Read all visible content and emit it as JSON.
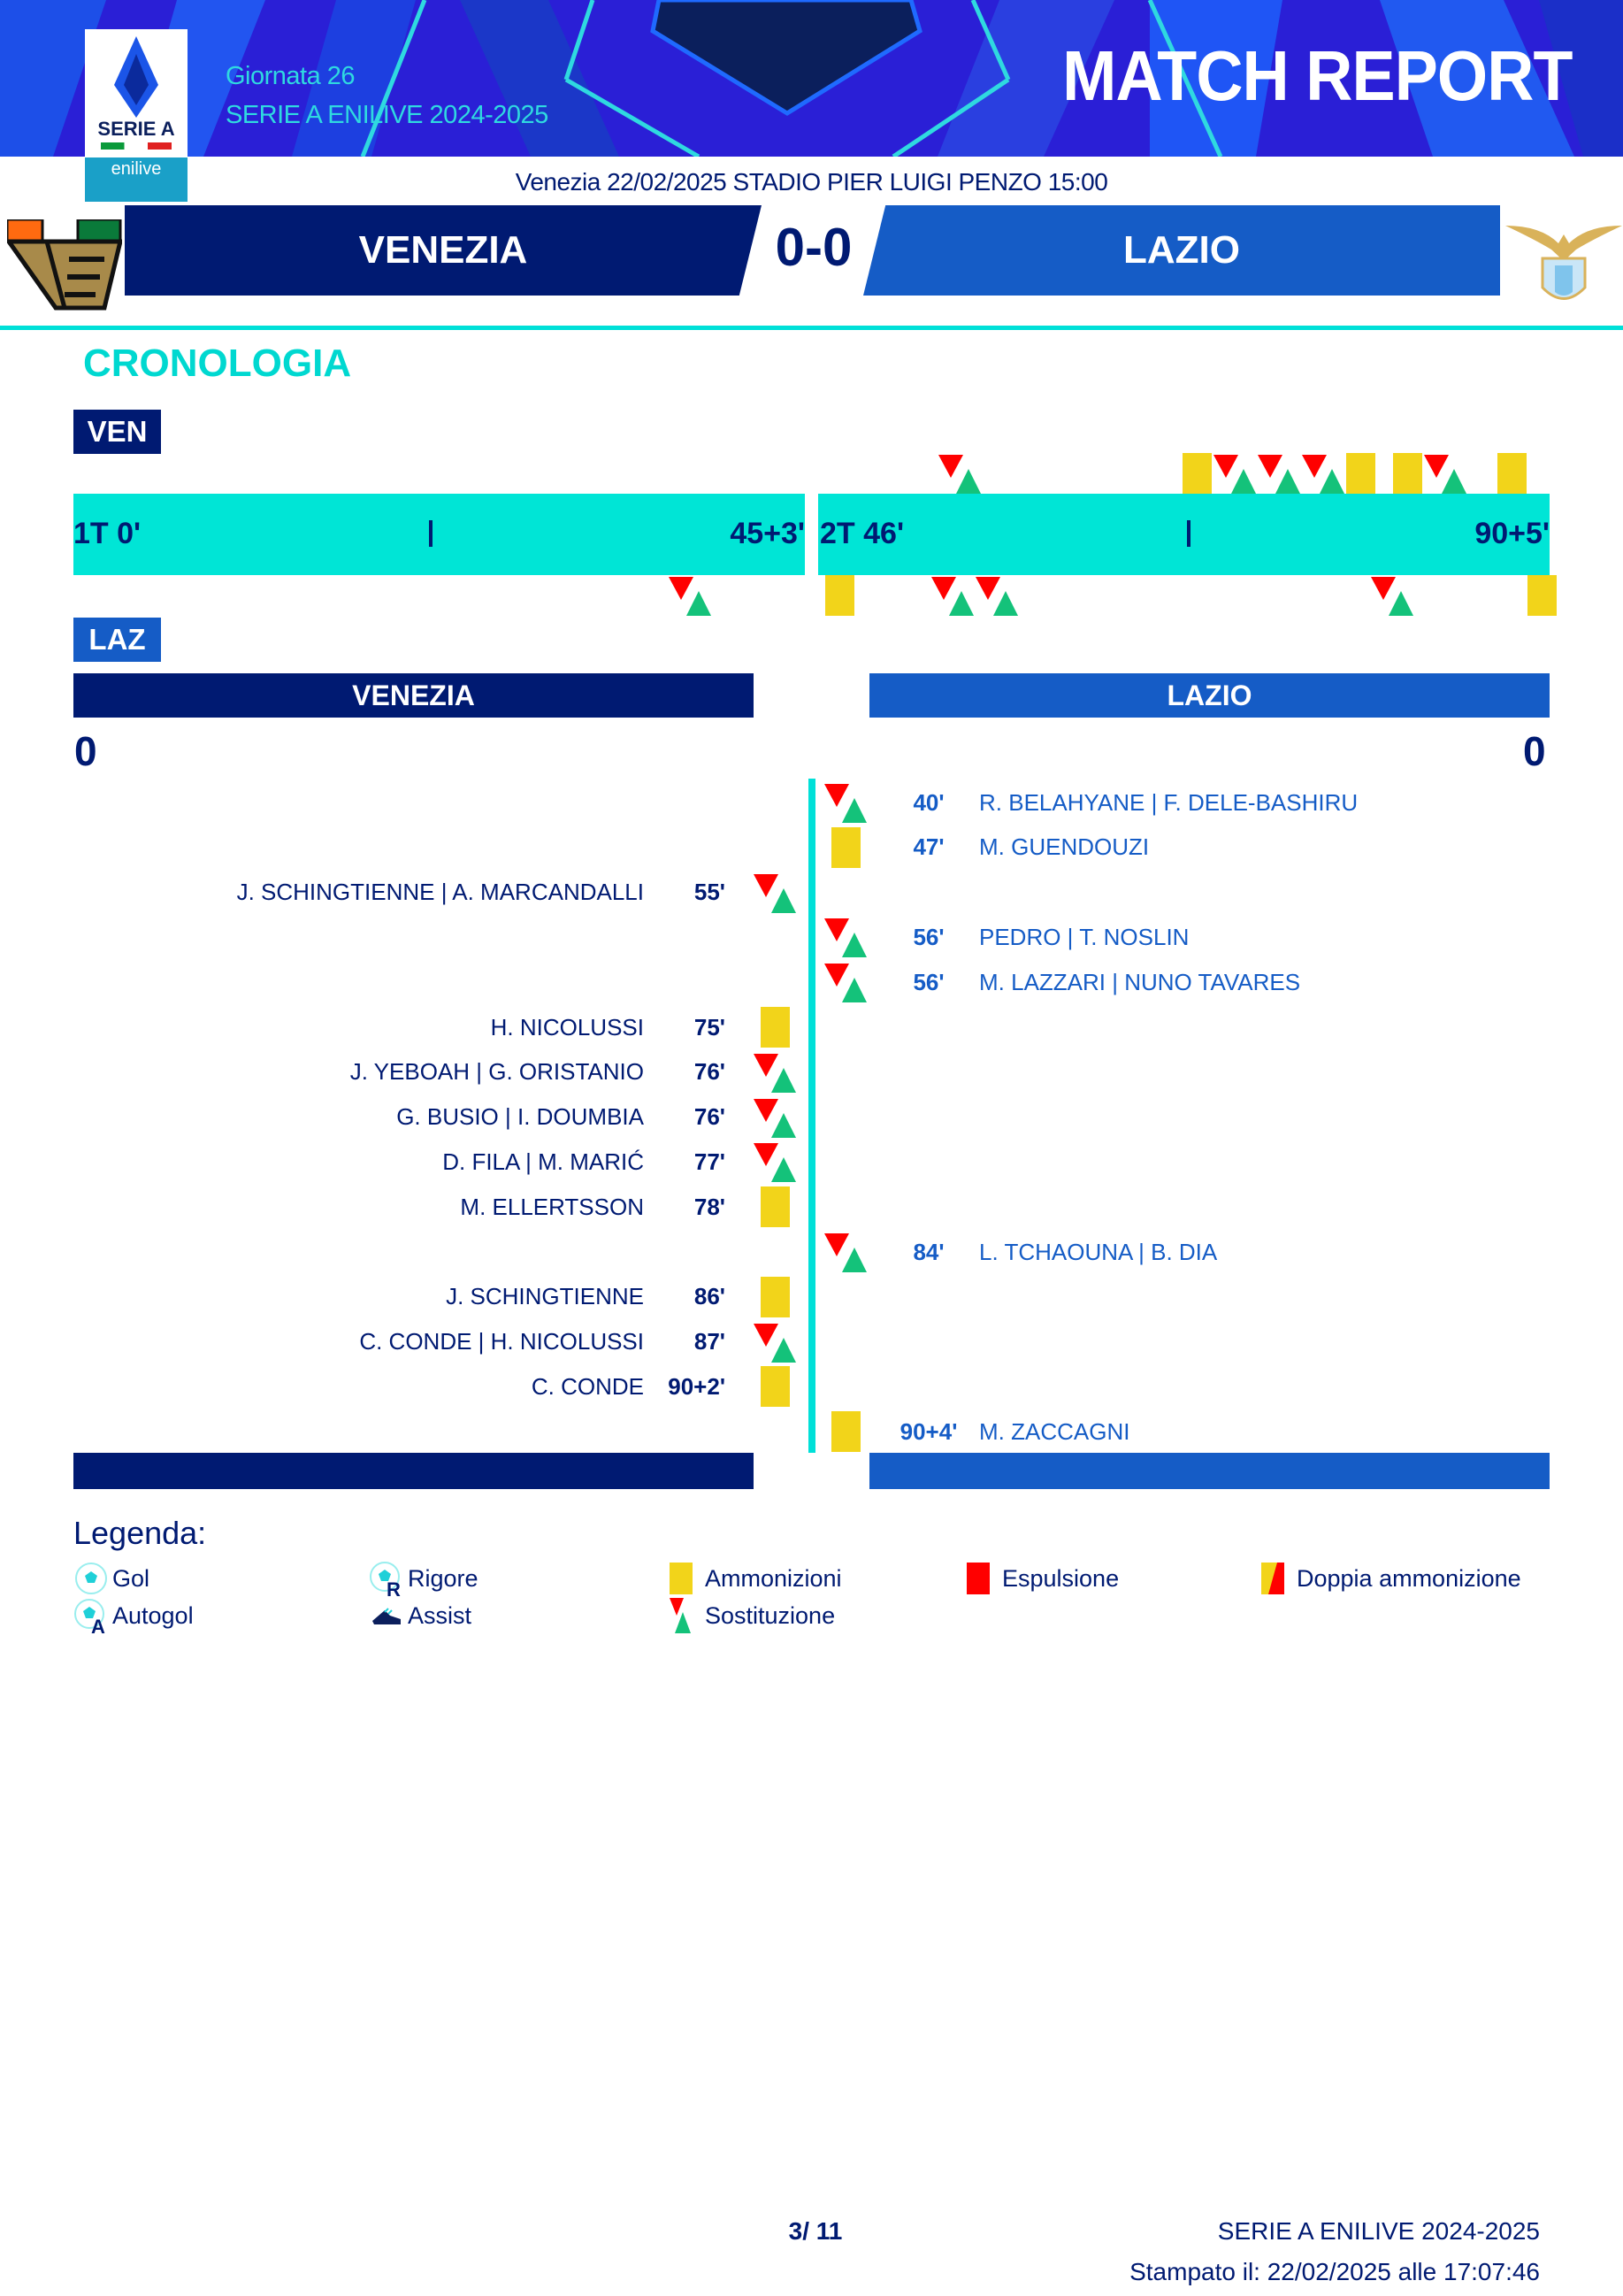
{
  "header": {
    "round": "Giornata 26",
    "season": "SERIE A ENILIVE 2024-2025",
    "title": "MATCH REPORT",
    "league_logo_text": "SERIE A",
    "sponsor_logo_text": "enilive"
  },
  "match": {
    "venue_line": "Venezia 22/02/2025 STADIO PIER LUIGI PENZO 15:00",
    "home": "VENEZIA",
    "away": "LAZIO",
    "score": "0-0",
    "home_goals": "0",
    "away_goals": "0"
  },
  "timeline": {
    "section_title": "CRONOLOGIA",
    "home_abbr": "VEN",
    "away_abbr": "LAZ",
    "first_half": {
      "start": "1T 0'",
      "mid": "|",
      "end": "45+3'"
    },
    "second_half": {
      "start": "2T 46'",
      "mid": "|",
      "end": "90+5'"
    }
  },
  "events": [
    {
      "team": "away",
      "type": "sub",
      "minute": "40'",
      "t": 40,
      "half": 1,
      "players": "R. BELAHYANE | F. DELE-BASHIRU"
    },
    {
      "team": "away",
      "type": "yellow",
      "minute": "47'",
      "t": 47,
      "half": 2,
      "players": "M. GUENDOUZI"
    },
    {
      "team": "home",
      "type": "sub",
      "minute": "55'",
      "t": 55,
      "half": 2,
      "players": "J. SCHINGTIENNE | A. MARCANDALLI"
    },
    {
      "team": "away",
      "type": "sub",
      "minute": "56'",
      "t": 56,
      "half": 2,
      "players": "PEDRO | T. NOSLIN"
    },
    {
      "team": "away",
      "type": "sub",
      "minute": "56'",
      "t": 56,
      "half": 2,
      "players": "M. LAZZARI | NUNO TAVARES"
    },
    {
      "team": "home",
      "type": "yellow",
      "minute": "75'",
      "t": 75,
      "half": 2,
      "players": "H. NICOLUSSI"
    },
    {
      "team": "home",
      "type": "sub",
      "minute": "76'",
      "t": 76,
      "half": 2,
      "players": "J. YEBOAH | G. ORISTANIO"
    },
    {
      "team": "home",
      "type": "sub",
      "minute": "76'",
      "t": 76,
      "half": 2,
      "players": "G. BUSIO | I. DOUMBIA"
    },
    {
      "team": "home",
      "type": "sub",
      "minute": "77'",
      "t": 77,
      "half": 2,
      "players": "D. FILA | M. MARIĆ"
    },
    {
      "team": "home",
      "type": "yellow",
      "minute": "78'",
      "t": 78,
      "half": 2,
      "players": "M. ELLERTSSON"
    },
    {
      "team": "away",
      "type": "sub",
      "minute": "84'",
      "t": 84,
      "half": 2,
      "players": "L. TCHAOUNA | B. DIA"
    },
    {
      "team": "home",
      "type": "yellow",
      "minute": "86'",
      "t": 86,
      "half": 2,
      "players": "J. SCHINGTIENNE"
    },
    {
      "team": "home",
      "type": "sub",
      "minute": "87'",
      "t": 87,
      "half": 2,
      "players": "C. CONDE | H. NICOLUSSI"
    },
    {
      "team": "home",
      "type": "yellow",
      "minute": "90+2'",
      "t": 92,
      "half": 2,
      "players": "C. CONDE"
    },
    {
      "team": "away",
      "type": "yellow",
      "minute": "90+4'",
      "t": 94,
      "half": 2,
      "players": "M. ZACCAGNI"
    }
  ],
  "legend": {
    "title": "Legenda:",
    "items": [
      {
        "icon": "ball-icon",
        "label": "Gol"
      },
      {
        "icon": "penalty-icon",
        "label": "Rigore"
      },
      {
        "icon": "yellow-card-icon",
        "label": "Ammonizioni"
      },
      {
        "icon": "red-card-icon",
        "label": "Espulsione"
      },
      {
        "icon": "double-yellow-icon",
        "label": "Doppia ammonizione"
      },
      {
        "icon": "own-goal-icon",
        "label": "Autogol"
      },
      {
        "icon": "boot-icon",
        "label": "Assist"
      },
      {
        "icon": "substitution-icon",
        "label": "Sostituzione"
      }
    ]
  },
  "footer": {
    "page": "3/ 11",
    "competition": "SERIE A ENILIVE 2024-2025",
    "printed": "Stampato il: 22/02/2025 alle 17:07:46"
  },
  "colors": {
    "home": "#001a72",
    "away": "#155cc6",
    "accent": "#00e5d6",
    "yellow": "#f2d41a",
    "red": "#ff0000",
    "green": "#14c27a"
  }
}
